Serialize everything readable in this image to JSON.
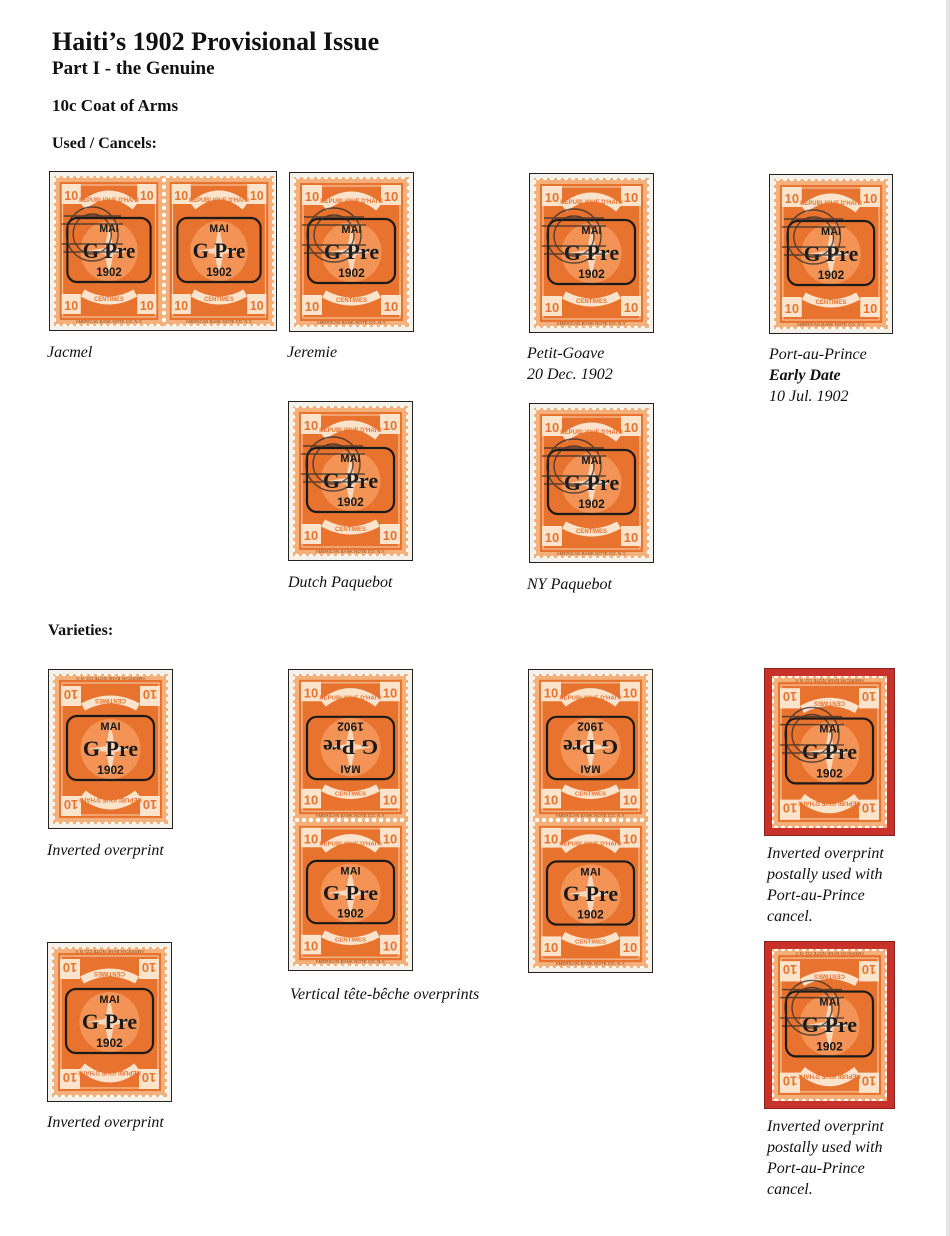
{
  "header": {
    "title": "Haiti’s 1902 Provisional Issue",
    "subtitle": "Part I - the Genuine",
    "stamp_name": "10c Coat of Arms"
  },
  "sections": {
    "used": "Used / Cancels:",
    "varieties": "Varieties:"
  },
  "stamp_text": {
    "value": "10",
    "top_band": "REPUBLIQUE D'HAITI",
    "bottom_band": "CENTIMES",
    "imprint": "AMERICAN BANK NOTE CO. N.Y.",
    "overprint_top": "MAI",
    "overprint_mid": "G Pre",
    "overprint_year": "1902"
  },
  "captions": {
    "jacmel": "Jacmel",
    "jeremie": "Jeremie",
    "petit_goave_1": "Petit-Goave",
    "petit_goave_2": "20 Dec. 1902",
    "pap_1": "Port-au-Prince",
    "pap_2": "Early Date",
    "pap_3": "10 Jul. 1902",
    "dutch": "Dutch Paquebot",
    "ny": "NY Paquebot",
    "inverted_1": "Inverted overprint",
    "tete_beche": "Vertical tête-bêche overprints",
    "inv_used_1_l1": "Inverted overprint",
    "inv_used_1_l2": "postally used with",
    "inv_used_1_l3": "Port-au-Prince",
    "inv_used_1_l4": "cancel.",
    "inverted_2": "Inverted overprint",
    "inv_used_2_l1": "Inverted overprint",
    "inv_used_2_l2": "postally used with",
    "inv_used_2_l3": "Port-au-Prince",
    "inv_used_2_l4": "cancel."
  },
  "colors": {
    "stamp_orange": "#e8732f",
    "stamp_paper": "#f3b07a",
    "overprint_black": "#1a1a1a",
    "red_mount": "#c8322b"
  }
}
